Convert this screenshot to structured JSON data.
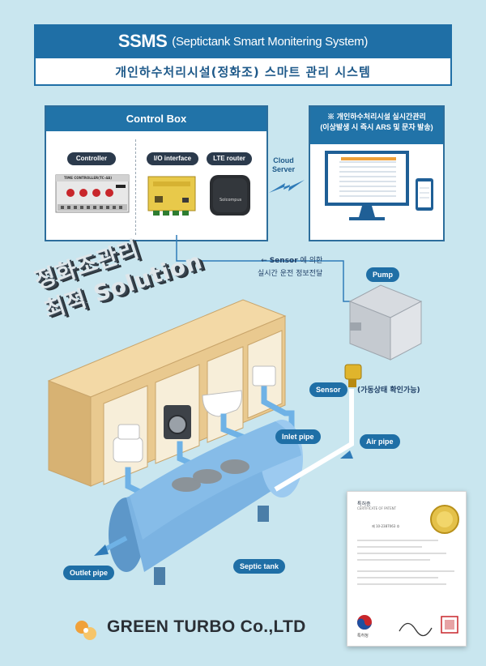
{
  "header": {
    "title_main": "SSMS",
    "title_sub": "(Septictank Smart Monitering System)",
    "subtitle": "개인하수처리시설(정화조) 스마트 관리 시스템"
  },
  "control_box": {
    "title": "Control Box",
    "items": [
      {
        "label": "Controller",
        "device_text": "TIME CONTROLLER(TC-4A)"
      },
      {
        "label": "I/O interface"
      },
      {
        "label": "LTE router",
        "device_text": "Solcompus"
      }
    ]
  },
  "cloud": {
    "line1": "Cloud",
    "line2": "Server"
  },
  "monitor": {
    "line1": "※ 개인하수처리시설 실시간관리",
    "line2": "(이상발생 시 즉시 ARS 및 문자 발송)"
  },
  "sensor_note": {
    "line1_prefix": "←  ",
    "line1_bold": "Sensor",
    "line1_rest": " 에 의한",
    "line2": "실시간 운전 정보전달"
  },
  "solution": {
    "line1": "정화조관리",
    "line2": "최적 Solution"
  },
  "labels": {
    "pump": "Pump",
    "sensor": "Sensor",
    "sensor_caption": "(가동상태 확인가능)",
    "inlet_pipe": "Inlet pipe",
    "air_pipe": "Air pipe",
    "septic_tank": "Septic tank",
    "outlet_pipe": "Outlet pipe"
  },
  "patent": {
    "title": "특허증",
    "subtitle": "CERTIFICATE OF PATENT",
    "no_label": "제 10-2387063 호",
    "issuer": "특허청"
  },
  "footer": {
    "company": "GREEN TURBO Co.,LTD"
  },
  "colors": {
    "background": "#c9e6ef",
    "brand_blue": "#1f6fa6",
    "cabinet": "#e9c98f",
    "tank": "#7bb3e2",
    "logo_orange": "#f0a13a"
  }
}
